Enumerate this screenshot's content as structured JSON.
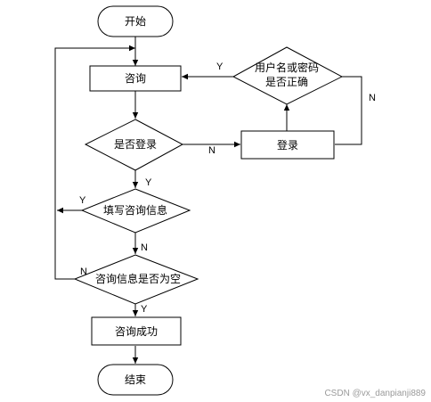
{
  "diagram": {
    "nodes": {
      "start": "开始",
      "consult": "咨询",
      "is_logged_in": "是否登录",
      "fill_info": "填写咨询信息",
      "info_empty": "咨询信息是否为空",
      "success": "咨询成功",
      "end": "结束",
      "login": "登录",
      "check_credentials_line1": "用户名或密码",
      "check_credentials_line2": "是否正确"
    },
    "edge_labels": {
      "credentials_yes": "Y",
      "credentials_no": "N",
      "logged_in_no": "N",
      "logged_in_yes": "Y",
      "fill_yes": "Y",
      "fill_no": "N",
      "empty_no": "N",
      "empty_yes": "Y"
    }
  },
  "watermark": "CSDN @vx_danpianji889"
}
